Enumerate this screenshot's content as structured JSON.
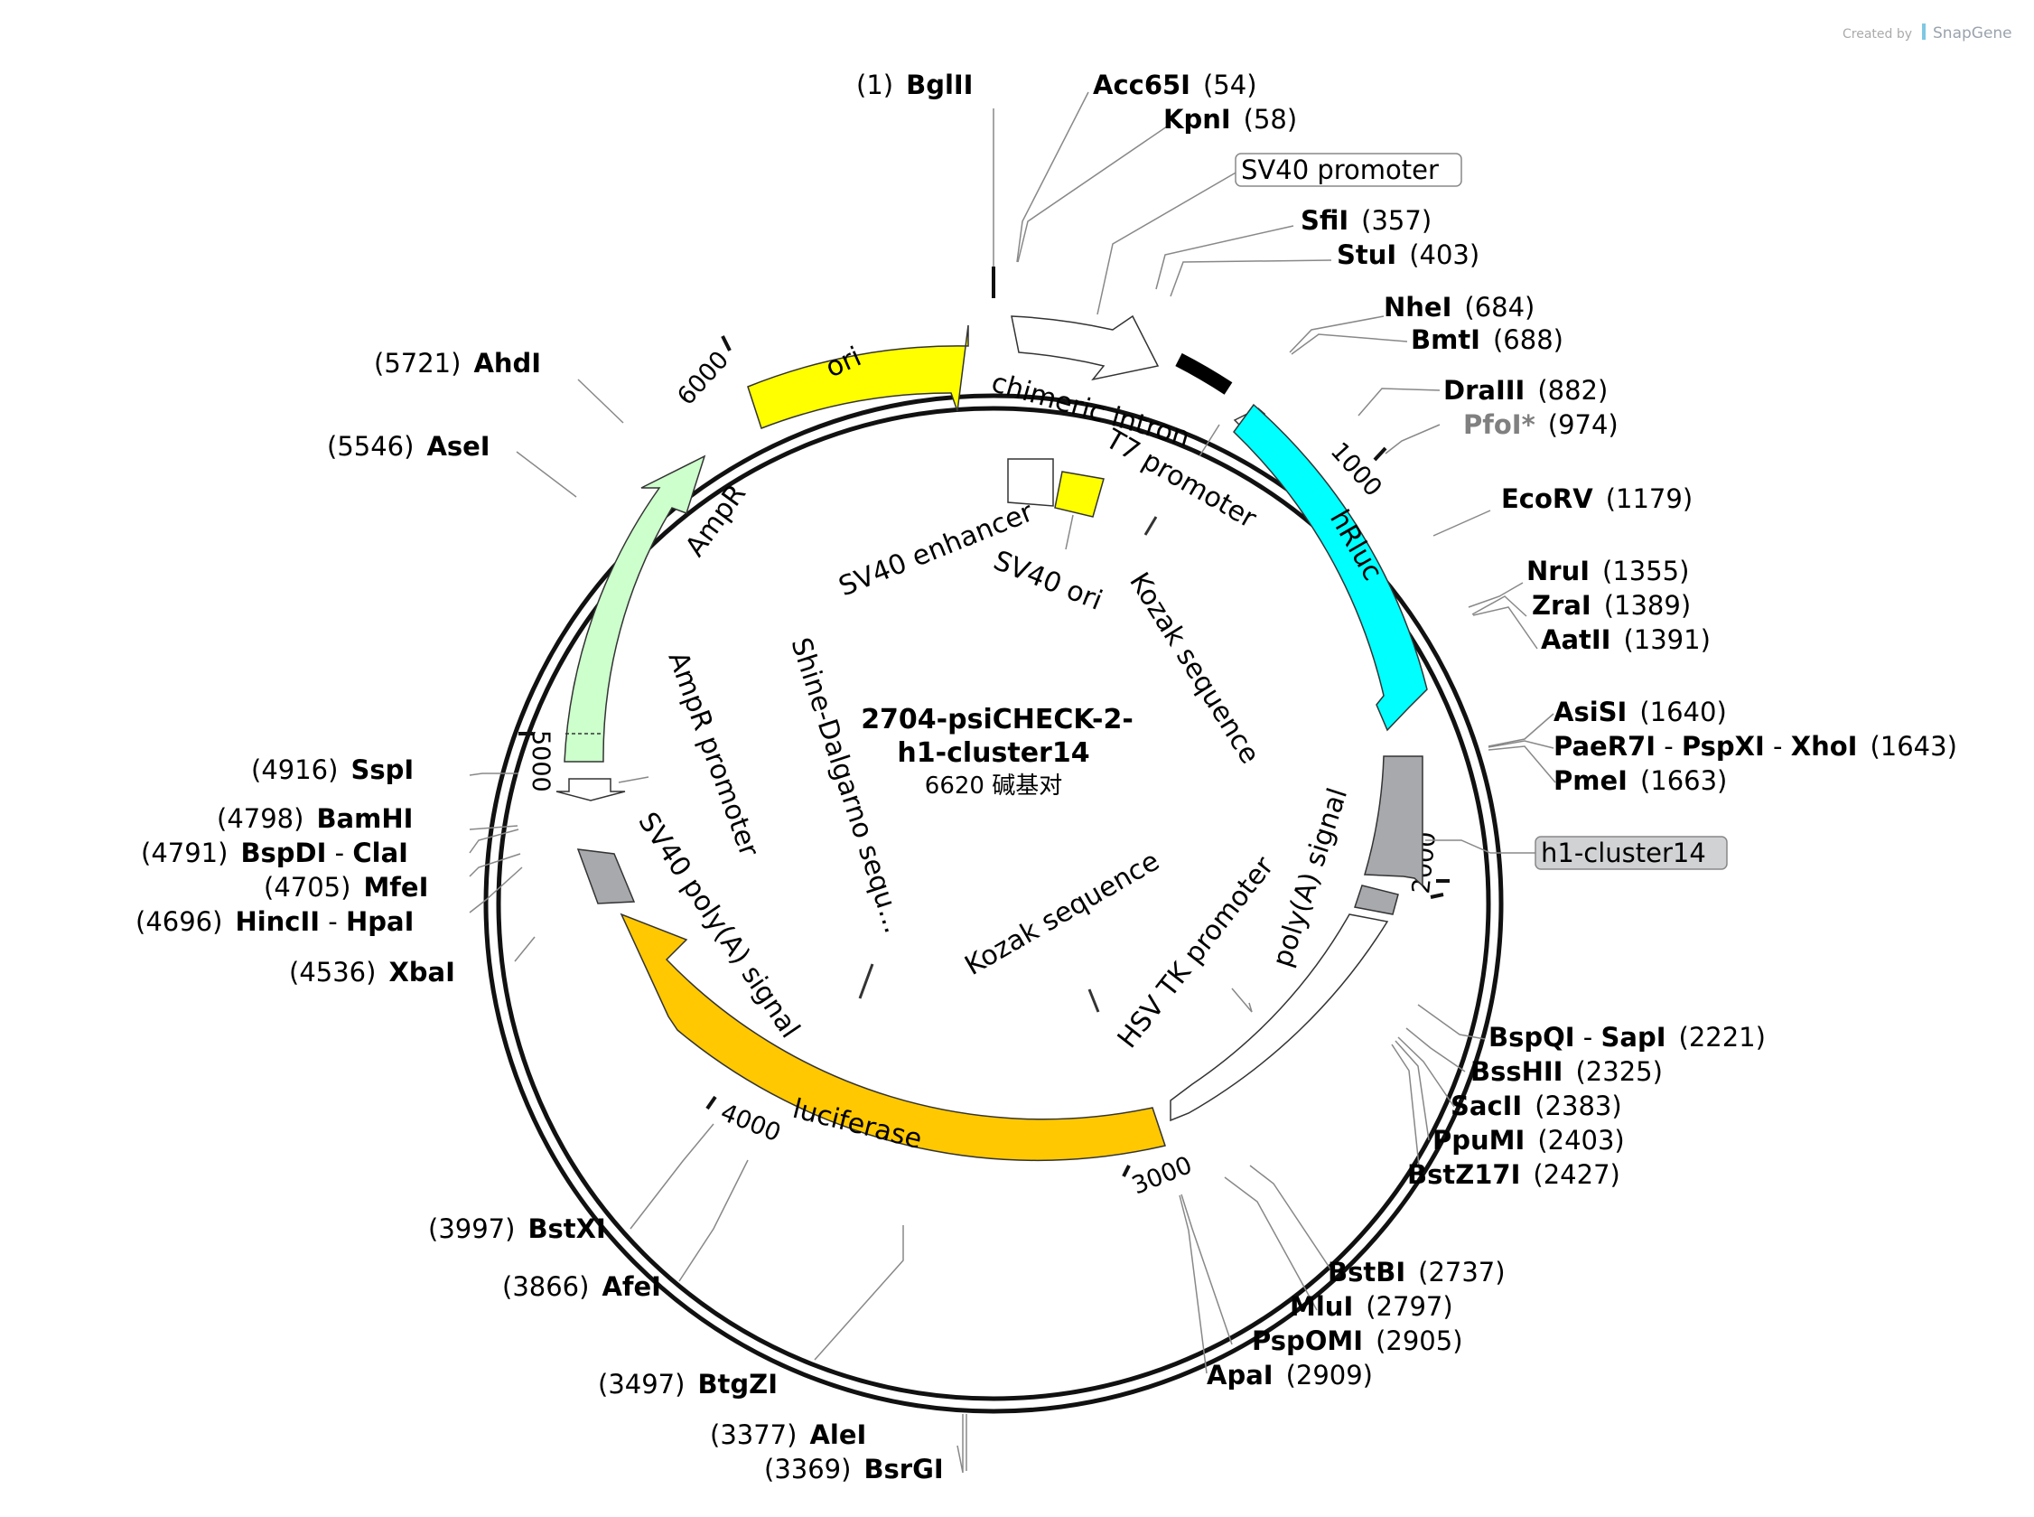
{
  "credit": {
    "prefix": "Created by",
    "brand": "SnapGene"
  },
  "plasmid": {
    "name_line1": "2704-psiCHECK-2-",
    "name_line2": "h1-cluster14",
    "length_label": "6620 碱基对"
  },
  "colors": {
    "ori": "#ffff00",
    "hrluc": "#00ffff",
    "luciferase": "#ffc800",
    "ampr": "#ccffcc",
    "gray": "#a7a9ac",
    "outline": "#555555",
    "dim_site": "#808080"
  },
  "ticks": [
    "1000",
    "2000",
    "3000",
    "4000",
    "5000",
    "6000"
  ],
  "sites": {
    "bglii": {
      "name": "BglII",
      "pos": "(1)"
    },
    "acc65i": {
      "name": "Acc65I",
      "pos": "(54)"
    },
    "kpni": {
      "name": "KpnI",
      "pos": "(58)"
    },
    "sfii": {
      "name": "SfiI",
      "pos": "(357)"
    },
    "stui": {
      "name": "StuI",
      "pos": "(403)"
    },
    "nhei": {
      "name": "NheI",
      "pos": "(684)"
    },
    "bmti": {
      "name": "BmtI",
      "pos": "(688)"
    },
    "draiii": {
      "name": "DraIII",
      "pos": "(882)"
    },
    "pfoi": {
      "name": "PfoI*",
      "pos": "(974)"
    },
    "ecorv": {
      "name": "EcoRV",
      "pos": "(1179)"
    },
    "nrui": {
      "name": "NruI",
      "pos": "(1355)"
    },
    "zrai": {
      "name": "ZraI",
      "pos": "(1389)"
    },
    "aatii": {
      "name": "AatII",
      "pos": "(1391)"
    },
    "asisi": {
      "name": "AsiSI",
      "pos": "(1640)"
    },
    "paer7i": {
      "name": "PaeR7I",
      "sep1": " - ",
      "name2": "PspXI",
      "sep2": " - ",
      "name3": "XhoI",
      "pos": "(1643)"
    },
    "pmei": {
      "name": "PmeI",
      "pos": "(1663)"
    },
    "bspqi": {
      "name": "BspQI",
      "sep": " - ",
      "name2": "SapI",
      "pos": "(2221)"
    },
    "bsshii": {
      "name": "BssHII",
      "pos": "(2325)"
    },
    "sacii": {
      "name": "SacII",
      "pos": "(2383)"
    },
    "ppumi": {
      "name": "PpuMI",
      "pos": "(2403)"
    },
    "bstz17i": {
      "name": "BstZ17I",
      "pos": "(2427)"
    },
    "bstbi": {
      "name": "BstBI",
      "pos": "(2737)"
    },
    "mlui": {
      "name": "MluI",
      "pos": "(2797)"
    },
    "pspomi": {
      "name": "PspOMI",
      "pos": "(2905)"
    },
    "apai": {
      "name": "ApaI",
      "pos": "(2909)"
    },
    "bsrgi": {
      "name": "BsrGI",
      "pos": "(3369)"
    },
    "alei": {
      "name": "AleI",
      "pos": "(3377)"
    },
    "btgzi": {
      "name": "BtgZI",
      "pos": "(3497)"
    },
    "afei": {
      "name": "AfeI",
      "pos": "(3866)"
    },
    "bstxi": {
      "name": "BstXI",
      "pos": "(3997)"
    },
    "xbai": {
      "name": "XbaI",
      "pos": "(4536)"
    },
    "hincii": {
      "name": "HincII",
      "sep": " - ",
      "name2": "HpaI",
      "pos": "(4696)"
    },
    "mfei": {
      "name": "MfeI",
      "pos": "(4705)"
    },
    "bspdi": {
      "name": "BspDI",
      "sep": " - ",
      "name2": "ClaI",
      "pos": "(4791)"
    },
    "bamhi": {
      "name": "BamHI",
      "pos": "(4798)"
    },
    "sspi": {
      "name": "SspI",
      "pos": "(4916)"
    },
    "asei": {
      "name": "AseI",
      "pos": "(5546)"
    },
    "ahdi": {
      "name": "AhdI",
      "pos": "(5721)"
    }
  },
  "features": {
    "ori": "ori",
    "ampr": "AmpR",
    "hrluc": "hRluc",
    "luciferase": "luciferase",
    "sv40_promoter": "SV40 promoter",
    "h1_cluster14": "h1-cluster14",
    "chimeric_intron": "chimeric intron",
    "t7_promoter": "T7 promoter",
    "sv40_enhancer": "SV40 enhancer",
    "sv40_ori": "SV40 ori",
    "kozak_top": "Kozak sequence",
    "kozak_bottom": "Kozak sequence",
    "hsv_tk_promoter": "HSV TK promoter",
    "polya_signal": "poly(A) signal",
    "sv40_polya": "SV40 poly(A) signal",
    "ampr_promoter": "AmpR promoter",
    "shine_dalgarno": "Shine-Dalgarno sequ..."
  }
}
